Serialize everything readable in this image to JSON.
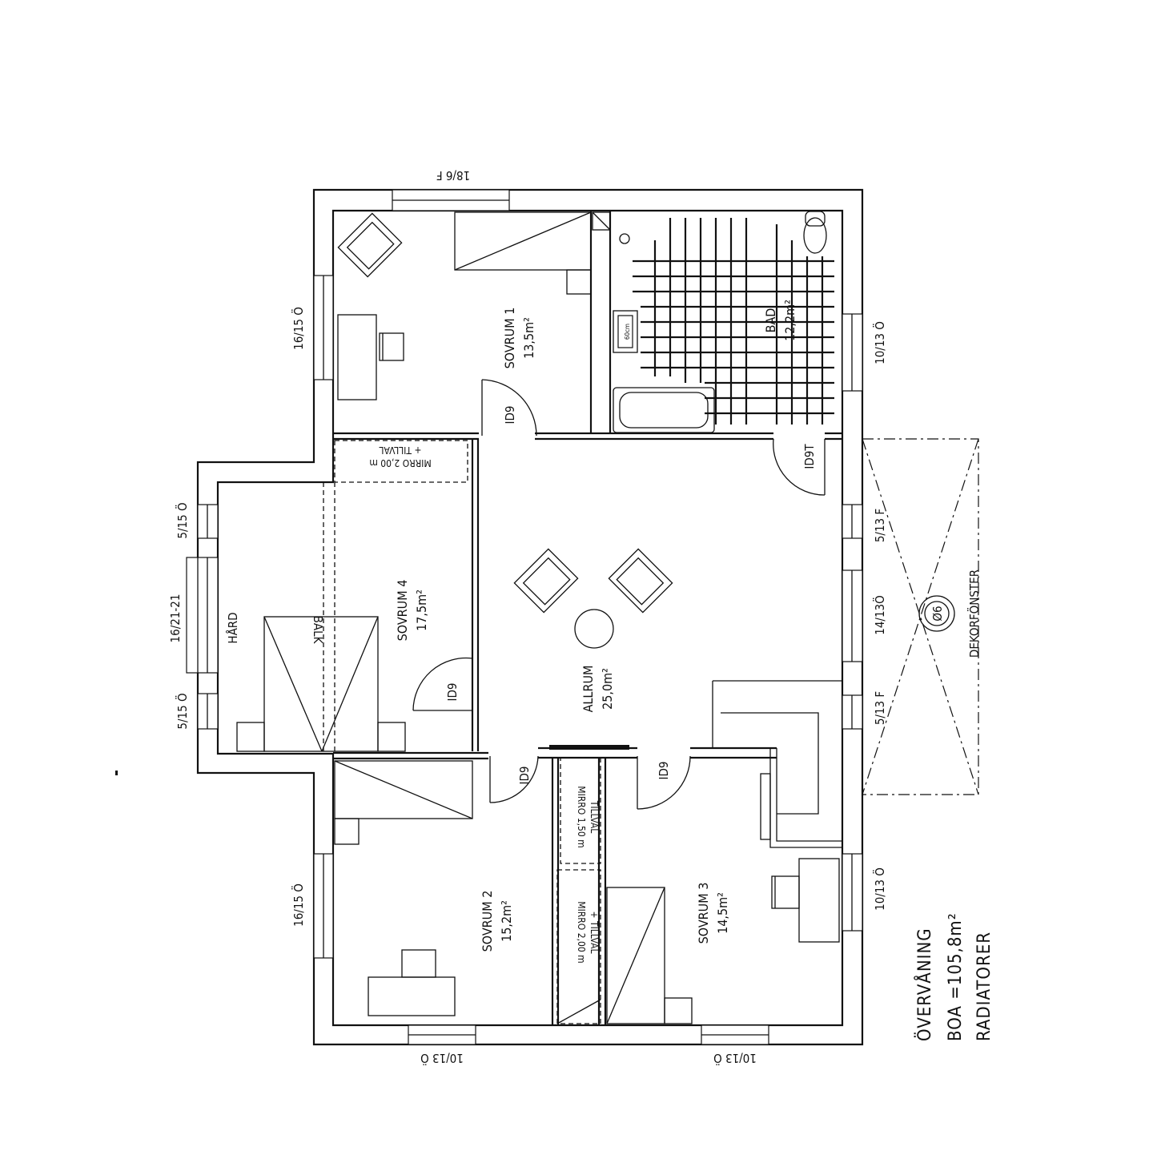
{
  "title": {
    "line1": "ÖVERVÅNING",
    "line2": "BOA =105,8m²",
    "line3": "RADIATORER"
  },
  "rooms": {
    "sovrum1": {
      "name": "SOVRUM 1",
      "area": "13,5m²"
    },
    "bad": {
      "name": "BAD",
      "area": "12,2m²"
    },
    "sovrum4": {
      "name": "SOVRUM 4",
      "area": "17,5m²"
    },
    "allrum": {
      "name": "ALLRUM",
      "area": "25,0m²"
    },
    "sovrum2": {
      "name": "SOVRUM 2",
      "area": "15,2m²"
    },
    "sovrum3": {
      "name": "SOVRUM 3",
      "area": "14,5m²"
    }
  },
  "doors": {
    "sovrum1": "ID9",
    "bad": "ID9T",
    "sovrum4": "ID9",
    "sovrum2": "ID9",
    "sovrum3": "ID9"
  },
  "windows": {
    "top": "18/6 F",
    "left_sovrum1": "16/15 Ö",
    "right_bad": "10/13 Ö",
    "left_upper_small": "5/15 Ö",
    "left_door": "16/21-21",
    "left_lower_small": "5/15 Ö",
    "right_upper_small": "5/13 F",
    "right_middle": "14/13Ö",
    "right_lower_small": "5/13 F",
    "left_sovrum2": "16/15 Ö",
    "right_sovrum3": "10/13 Ö",
    "bottom_left": "10/13 Ö",
    "bottom_right": "10/13 Ö"
  },
  "wardrobes": {
    "sovrum4": {
      "line1": "MIRRO 2,00 m",
      "line2": "+ TILLVAL"
    },
    "mid_upper": {
      "line1": "MIRRO 1,50 m",
      "line2": "TILLVAL"
    },
    "mid_lower": {
      "line1": "MIRRO 2,00 m",
      "line2": "+ TILLVAL"
    }
  },
  "annotations": {
    "balk": "BALK",
    "hard": "HÅRD",
    "dekorfonster": "DEKORFÖNSTER",
    "dekor_size": "Ø6",
    "sink": "60cm"
  }
}
